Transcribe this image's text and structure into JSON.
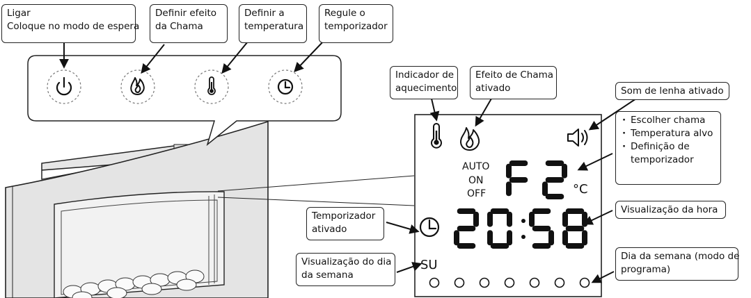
{
  "panel_callouts": {
    "power": [
      "Ligar",
      "Coloque no modo de espera"
    ],
    "flame": [
      "Definir efeito",
      "da Chama"
    ],
    "temperature": [
      "Definir a",
      "temperatura"
    ],
    "timer": [
      "Regule o",
      "temporizador"
    ]
  },
  "display_callouts": {
    "heating_indicator": [
      "Indicador de",
      "aquecimento"
    ],
    "flame_active": [
      "Efeito de Chama",
      "ativado"
    ],
    "wood_sound": [
      "Som de lenha ativado"
    ],
    "setting_items": [
      "Escolher chama",
      "Temperatura alvo",
      "Definição de temporizador"
    ],
    "time_display": [
      "Visualização da hora"
    ],
    "timer_active": [
      "Temporizador",
      "ativado"
    ],
    "day_display": [
      "Visualização do dia",
      "da semana"
    ],
    "weekday_program": [
      "Dia da semana (modo de",
      "programa)"
    ]
  },
  "lcd": {
    "mode_auto": "AUTO",
    "mode_on": "ON",
    "mode_off": "OFF",
    "setting_value": "F2",
    "unit": "°C",
    "time": "20:58",
    "day": "SU",
    "weekday_dot_count": 7
  }
}
